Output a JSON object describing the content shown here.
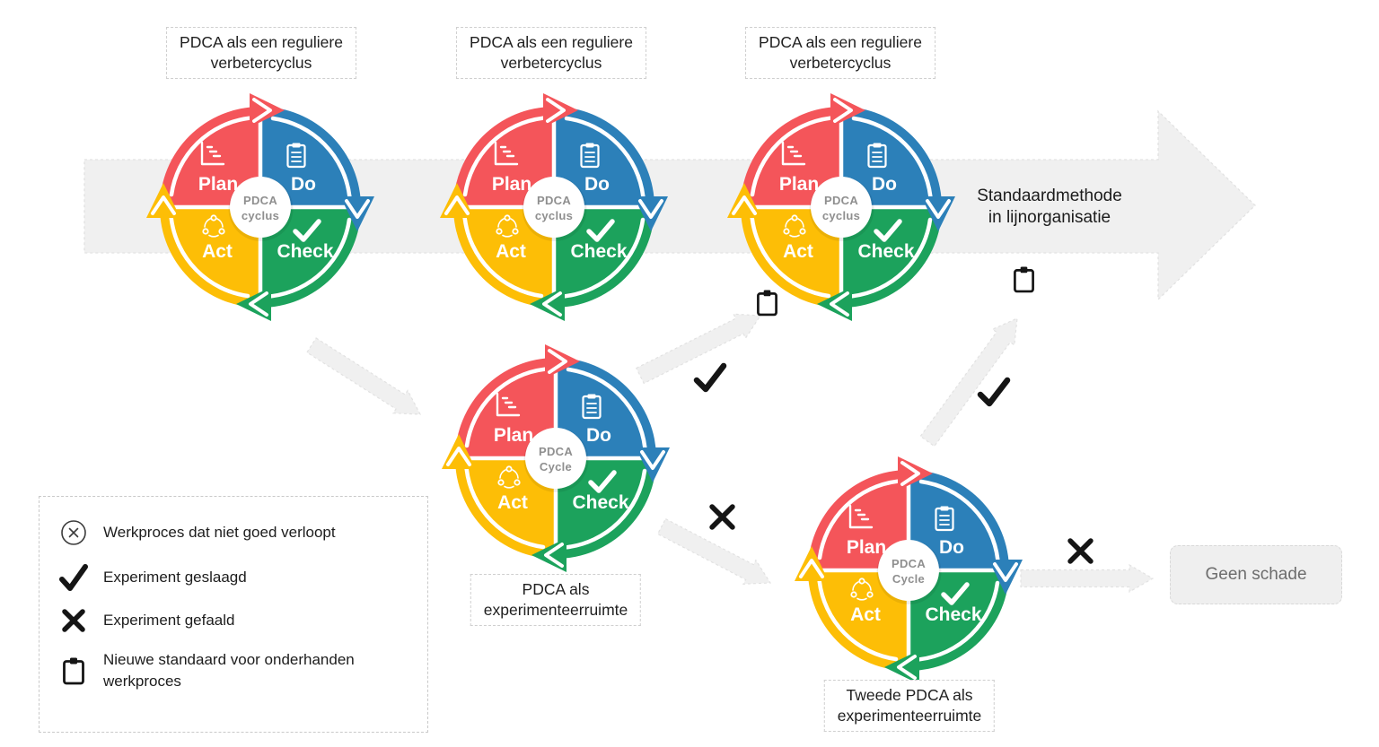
{
  "cycles": [
    {
      "title_lines": [
        "PDCA als een reguliere",
        "verbetercyclus"
      ],
      "center_lines": [
        "PDCA",
        "cyclus"
      ],
      "quadrants": [
        "Plan",
        "Do",
        "Check",
        "Act"
      ]
    },
    {
      "title_lines": [
        "PDCA als een reguliere",
        "verbetercyclus"
      ],
      "center_lines": [
        "PDCA",
        "cyclus"
      ],
      "quadrants": [
        "Plan",
        "Do",
        "Check",
        "Act"
      ]
    },
    {
      "title_lines": [
        "PDCA als een reguliere",
        "verbetercyclus"
      ],
      "center_lines": [
        "PDCA",
        "cyclus"
      ],
      "quadrants": [
        "Plan",
        "Do",
        "Check",
        "Act"
      ]
    },
    {
      "label_lines": [
        "PDCA als",
        "experimenteerruimte"
      ],
      "center_lines": [
        "PDCA",
        "Cycle"
      ],
      "quadrants": [
        "Plan",
        "Do",
        "Check",
        "Act"
      ]
    },
    {
      "label_lines": [
        "Tweede PDCA als",
        "experimenteerruimte"
      ],
      "center_lines": [
        "PDCA",
        "Cycle"
      ],
      "quadrants": [
        "Plan",
        "Do",
        "Check",
        "Act"
      ]
    }
  ],
  "flow": {
    "standard_method_lines": [
      "Standaardmethode",
      "in lijnorganisatie"
    ],
    "outcome_label": "Geen schade"
  },
  "legend": {
    "items": [
      {
        "icon": "circled-x-icon",
        "label": "Werkproces dat niet goed verloopt"
      },
      {
        "icon": "check-icon",
        "label": "Experiment geslaagd"
      },
      {
        "icon": "x-icon",
        "label": "Experiment gefaald"
      },
      {
        "icon": "clipboard-icon",
        "label": "Nieuwe standaard voor onderhanden werkproces"
      }
    ]
  },
  "icons": {
    "experiment_success": "check-icon",
    "experiment_failed": "x-icon",
    "new_standard": "clipboard-icon",
    "process_issue": "circled-x-icon"
  },
  "colors": {
    "plan": "#F4555A",
    "do": "#2C80B9",
    "check": "#1CA25C",
    "act": "#FDBE06",
    "band_fill": "#F0F0F0",
    "band_border": "#E2E2E2",
    "mark": "#151515",
    "center_text": "#8F8F8F"
  }
}
